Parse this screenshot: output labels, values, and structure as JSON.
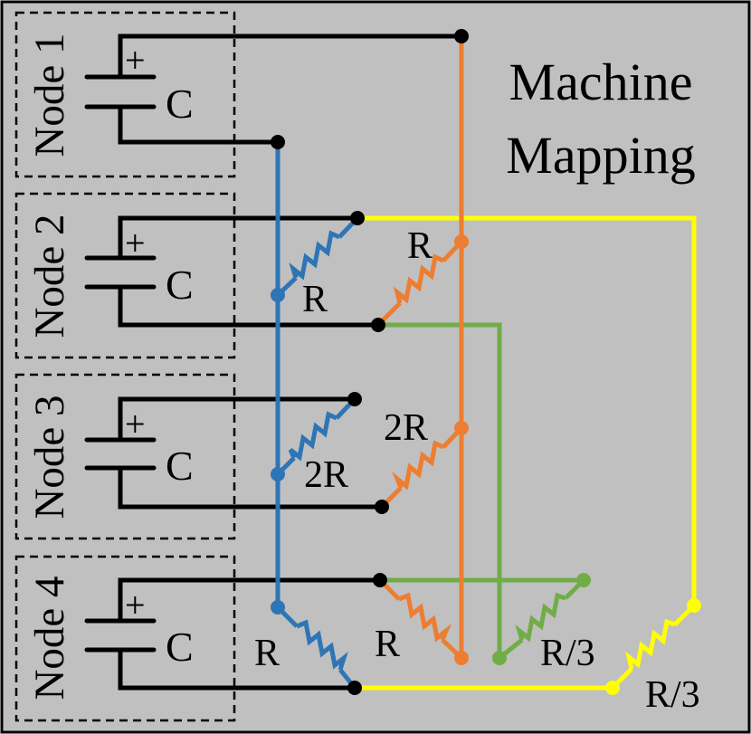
{
  "title_line1": "Machine",
  "title_line2": "Mapping",
  "nodes": [
    {
      "label": "Node 1",
      "cap_label": "C",
      "plus": "+"
    },
    {
      "label": "Node 2",
      "cap_label": "C",
      "plus": "+"
    },
    {
      "label": "Node 3",
      "cap_label": "C",
      "plus": "+"
    },
    {
      "label": "Node 4",
      "cap_label": "C",
      "plus": "+"
    }
  ],
  "resistor_labels": {
    "blue_node2": "R",
    "orange_node2": "R",
    "blue_node3": "2R",
    "orange_node3": "2R",
    "blue_node4": "R",
    "orange_node4": "R",
    "green_node4": "R/3",
    "yellow_node4": "R/3"
  },
  "colors": {
    "background": "#c0c0c0",
    "wire_black": "#000000",
    "wire_blue": "#2e75b6",
    "wire_orange": "#ed7d31",
    "wire_yellow": "#ffff00",
    "wire_green": "#70ad47"
  }
}
